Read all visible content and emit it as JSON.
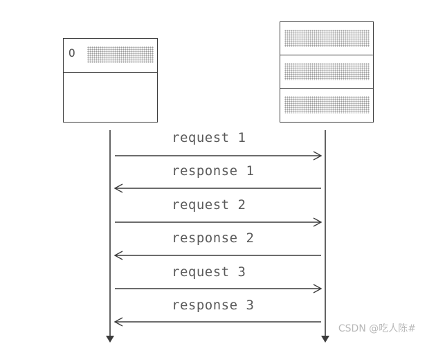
{
  "client": {
    "mark": "O"
  },
  "messages": [
    {
      "label": "request 1",
      "direction": "right"
    },
    {
      "label": "response 1",
      "direction": "left"
    },
    {
      "label": "request 2",
      "direction": "right"
    },
    {
      "label": "response 2",
      "direction": "left"
    },
    {
      "label": "request 3",
      "direction": "right"
    },
    {
      "label": "response 3",
      "direction": "left"
    }
  ],
  "watermark": "CSDN @吃人陈#",
  "colors": {
    "line": "#3c3c3c",
    "text": "#5a5a5a"
  }
}
